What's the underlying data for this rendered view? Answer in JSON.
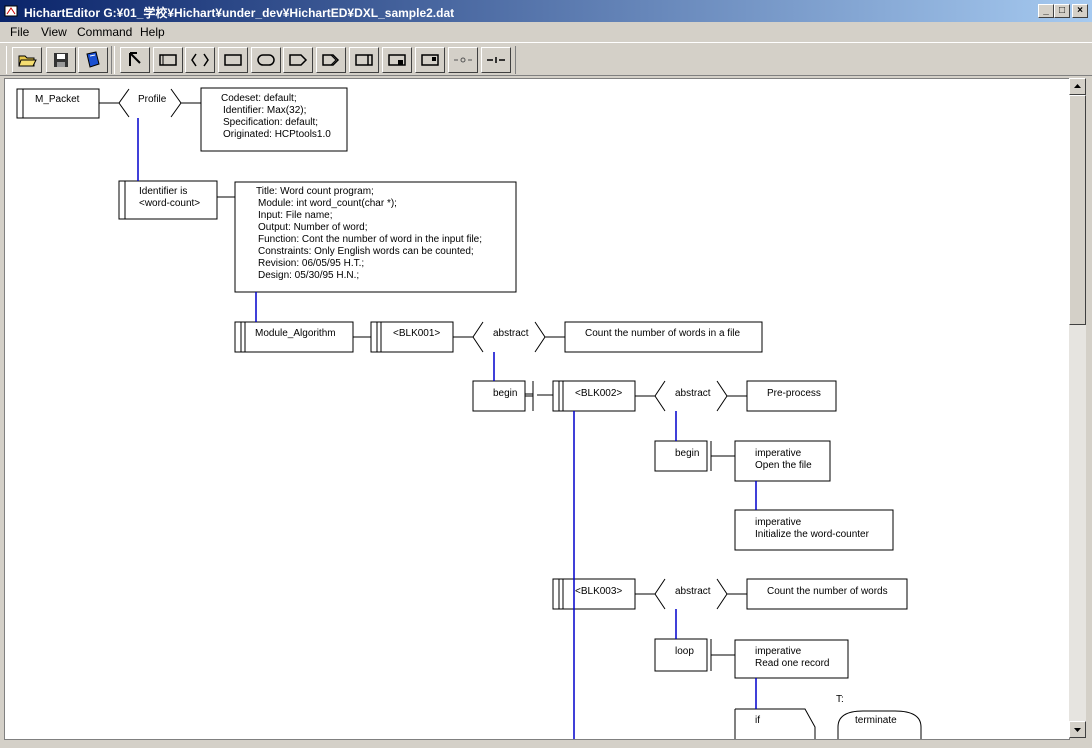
{
  "window": {
    "title": "HichartEditor G:¥01_学校¥Hichart¥under_dev¥HichartED¥DXL_sample2.dat"
  },
  "menu": [
    "File",
    "View",
    "Command",
    "Help"
  ],
  "toolbar": {
    "file_icons": [
      "open-folder-icon",
      "save-disk-icon",
      "book-icon"
    ],
    "tool_icons": [
      "arrow-pointer-icon",
      "packet-box-icon",
      "angle-brackets-icon",
      "rectangle-icon",
      "rounded-rect-icon",
      "pentagon-icon",
      "double-pentagon-icon",
      "right-bar-box-icon",
      "box-corner-icon",
      "box-flag-icon",
      "dashed-connector-icon",
      "double-dash-icon"
    ]
  },
  "chart": {
    "m_packet": "M_Packet",
    "profile": "Profile",
    "profile_note": [
      "Codeset: default;",
      "Identifier: Max(32);",
      "Specification: default;",
      "Originated: HCPtools1.0"
    ],
    "identifier": [
      "Identifier is",
      "<word-count>"
    ],
    "identifier_note": [
      "Title: Word count program;",
      "Module: int word_count(char *);",
      "Input: File name;",
      "Output: Number of word;",
      "Function: Cont the number of word in the input file;",
      "Constraints: Only English words can be counted;",
      "Revision: 06/05/95 H.T.;",
      "Design: 05/30/95 H.N.;"
    ],
    "module_algorithm": "Module_Algorithm",
    "blk001": "<BLK001>",
    "abstract": "abstract",
    "blk001_desc": "Count the number of words in a file",
    "begin": "begin",
    "blk002": "<BLK002>",
    "blk002_desc": "Pre-process",
    "imp1": [
      "imperative",
      "Open the file"
    ],
    "imp2": [
      "imperative",
      "Initialize the word-counter"
    ],
    "blk003": "<BLK003>",
    "blk003_desc": "Count the number of words",
    "loop": "loop",
    "imp3": [
      "imperative",
      "Read one record"
    ],
    "t_label": "T:",
    "if_label": "if",
    "terminate": "terminate"
  }
}
